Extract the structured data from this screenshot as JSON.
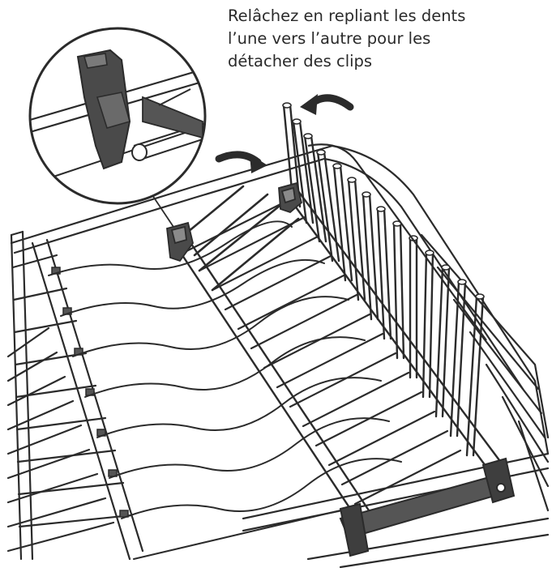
{
  "instruction": {
    "lines": [
      "Relâchez en repliant les dents",
      "l’une vers l’autre pour les",
      "détacher des clips"
    ]
  },
  "colors": {
    "line": "#2b2b2b",
    "clip_fill": "#4a4a4a",
    "clip_light": "#8a8a8a",
    "background": "#ffffff"
  },
  "illustration": {
    "subject": "dishwasher rack with folding tine row",
    "magnifier_icon": "zoom-circle",
    "arrows": [
      "curved-arrow-left",
      "curved-arrow-right"
    ]
  }
}
